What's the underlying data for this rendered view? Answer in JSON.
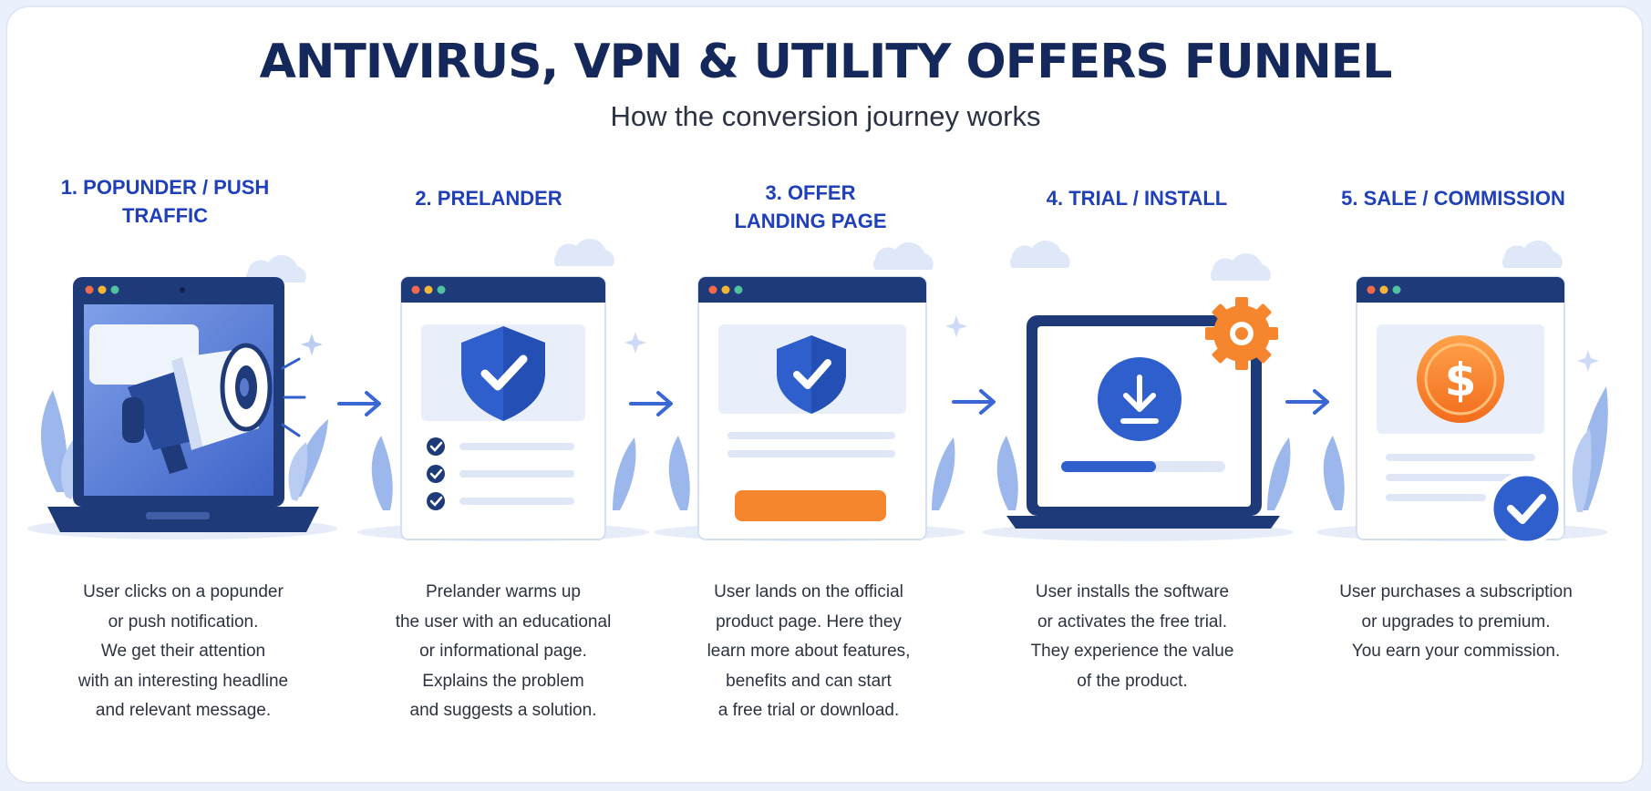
{
  "title": "ANTIVIRUS, VPN & UTILITY OFFERS FUNNEL",
  "subtitle": "How the conversion journey works",
  "steps": [
    {
      "title_lines": [
        "1. POPUNDER / PUSH",
        "TRAFFIC"
      ],
      "icon": "megaphone-laptop-icon",
      "desc_lines": [
        "User clicks on a popunder",
        "or push notification.",
        "We get their attention",
        "with an interesting headline",
        "and relevant message."
      ]
    },
    {
      "title_lines": [
        "2. PRELANDER"
      ],
      "icon": "shield-checklist-browser-icon",
      "desc_lines": [
        "Prelander warms up",
        "the user with an educational",
        "or informational page.",
        "Explains the problem",
        "and suggests a solution."
      ]
    },
    {
      "title_lines": [
        "3. OFFER",
        "LANDING PAGE"
      ],
      "icon": "shield-cta-browser-icon",
      "desc_lines": [
        "User lands on the official",
        "product page. Here they",
        "learn more about features,",
        "benefits and can start",
        "a free trial or download."
      ]
    },
    {
      "title_lines": [
        "4. TRIAL / INSTALL"
      ],
      "icon": "download-laptop-icon",
      "desc_lines": [
        "User installs the software",
        "or activates the free trial.",
        "They experience the value",
        "of the product."
      ]
    },
    {
      "title_lines": [
        "5. SALE / COMMISSION"
      ],
      "icon": "dollar-coin-browser-icon",
      "desc_lines": [
        "User purchases a subscription",
        "or upgrades to premium.",
        "You earn your commission."
      ]
    }
  ],
  "colors": {
    "title": "#15285c",
    "step_title": "#1f40b8",
    "navy": "#1f3a78",
    "blue": "#2f5fcc",
    "light_blue": "#e8effb",
    "orange": "#f5862e"
  }
}
